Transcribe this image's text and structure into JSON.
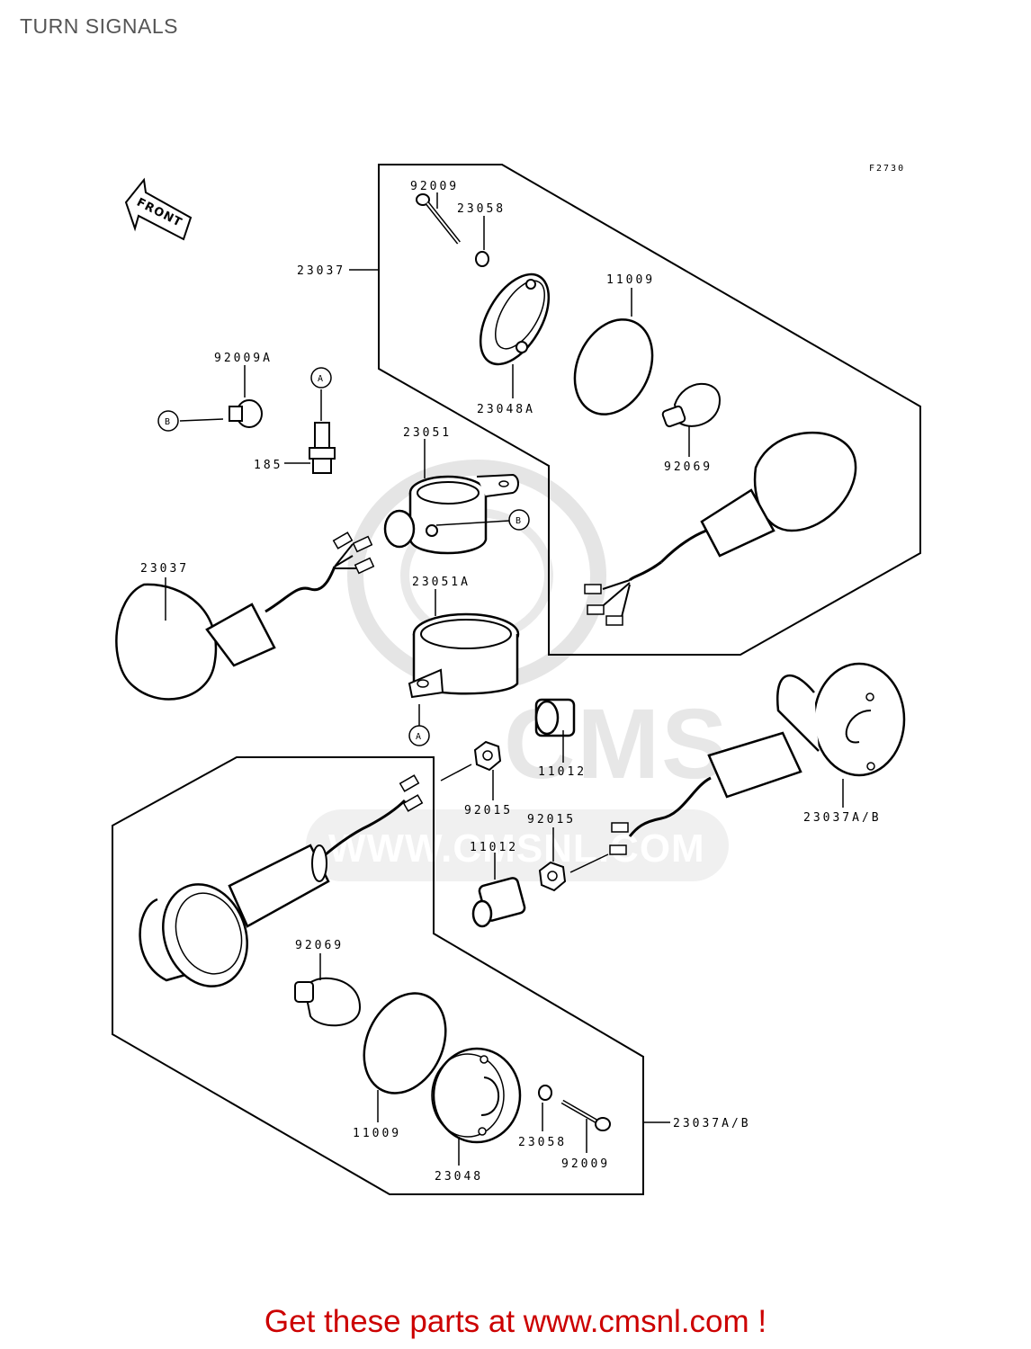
{
  "page": {
    "title": "TURN SIGNALS",
    "figure_id": "F2730"
  },
  "colors": {
    "line": "#000000",
    "footer": "#cc0000",
    "watermark": "#d8d8d8",
    "title": "#555555"
  },
  "front_arrow": "FRONT",
  "watermark": {
    "brand": "CMS",
    "url": "WWW.CMSNL.COM"
  },
  "callouts": {
    "a": "A",
    "b": "B"
  },
  "parts": {
    "p92009_top": "92009",
    "p23058_top": "23058",
    "p23037_top": "23037",
    "p11009_top": "11009",
    "p92009a": "92009A",
    "p23048a": "23048A",
    "p92069_top": "92069",
    "p185": "185",
    "p23051": "23051",
    "p23037_left": "23037",
    "p23051a": "23051A",
    "p11012_top": "11012",
    "p92015_left": "92015",
    "p92015_right": "92015",
    "p23037ab_right": "23037A/B",
    "p11012_bottom": "11012",
    "p92069_bottom": "92069",
    "p11009_bottom": "11009",
    "p23058_bottom": "23058",
    "p23048": "23048",
    "p92009_bottom": "92009",
    "p23037ab_bottom": "23037A/B"
  },
  "footer": {
    "text": "Get these parts at www.cmsnl.com !"
  }
}
